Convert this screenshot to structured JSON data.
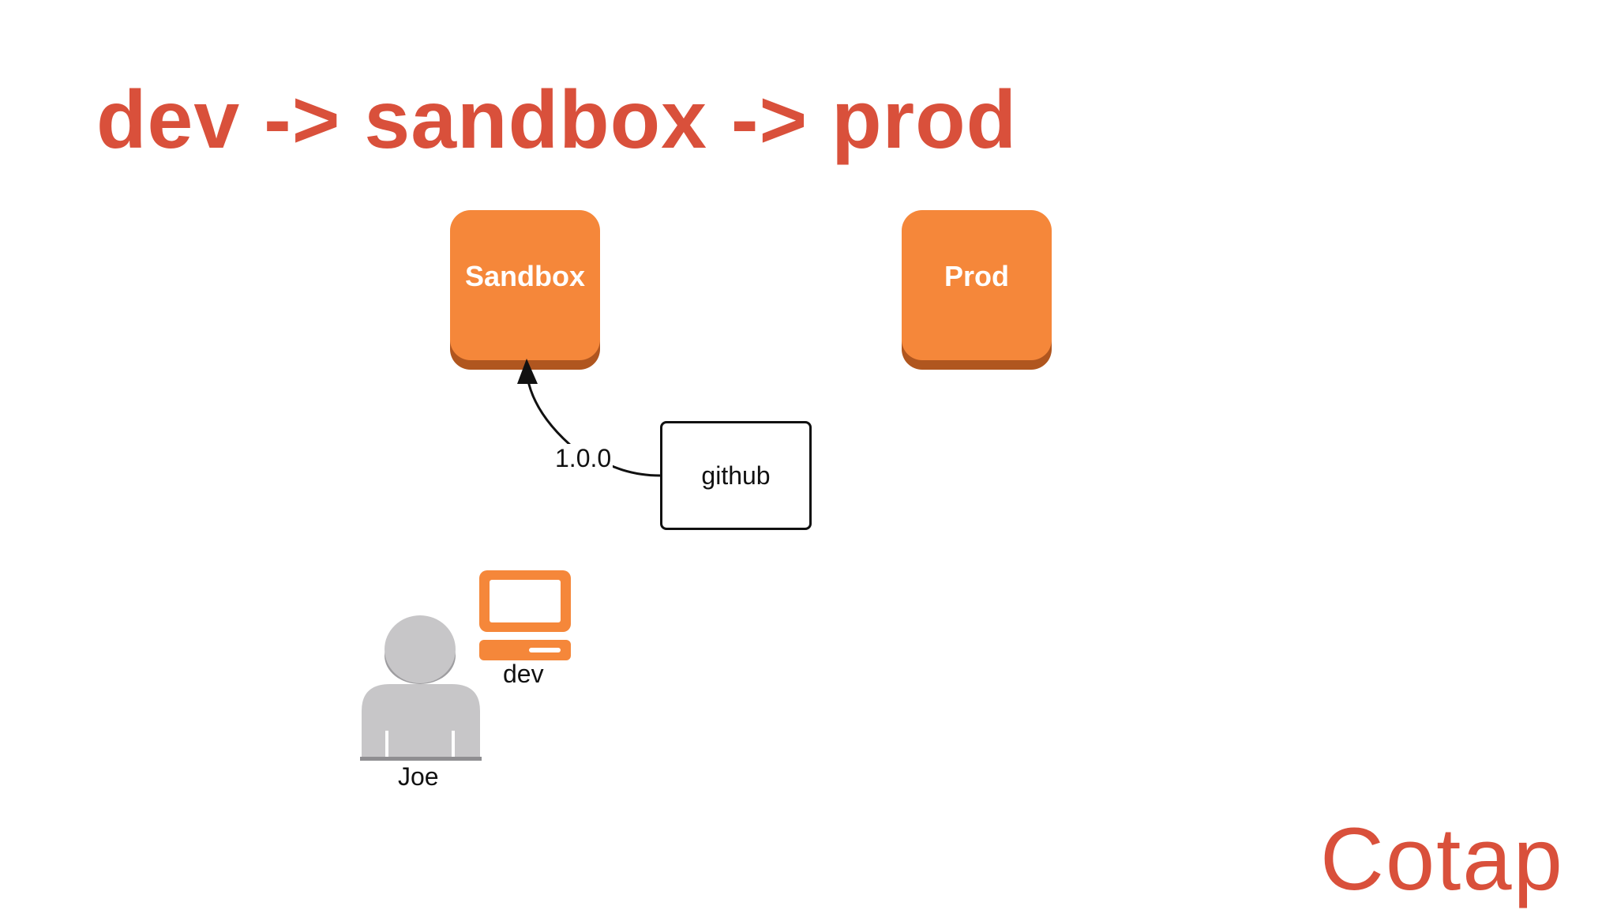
{
  "title": "dev -> sandbox -> prod",
  "nodes": {
    "sandbox": "Sandbox",
    "prod": "Prod",
    "github": "github",
    "version": "1.0.0",
    "dev": "dev",
    "joe": "Joe"
  },
  "logo": "Cotap",
  "icons": {
    "computer": "computer-icon",
    "person": "person-icon",
    "arrow": "arrow-up-icon"
  },
  "colors": {
    "title": "#d9503b",
    "box_orange": "#f5873a",
    "box_shadow": "#b0561f",
    "person_gray": "#c7c6c8",
    "logo": "#d9503b"
  }
}
